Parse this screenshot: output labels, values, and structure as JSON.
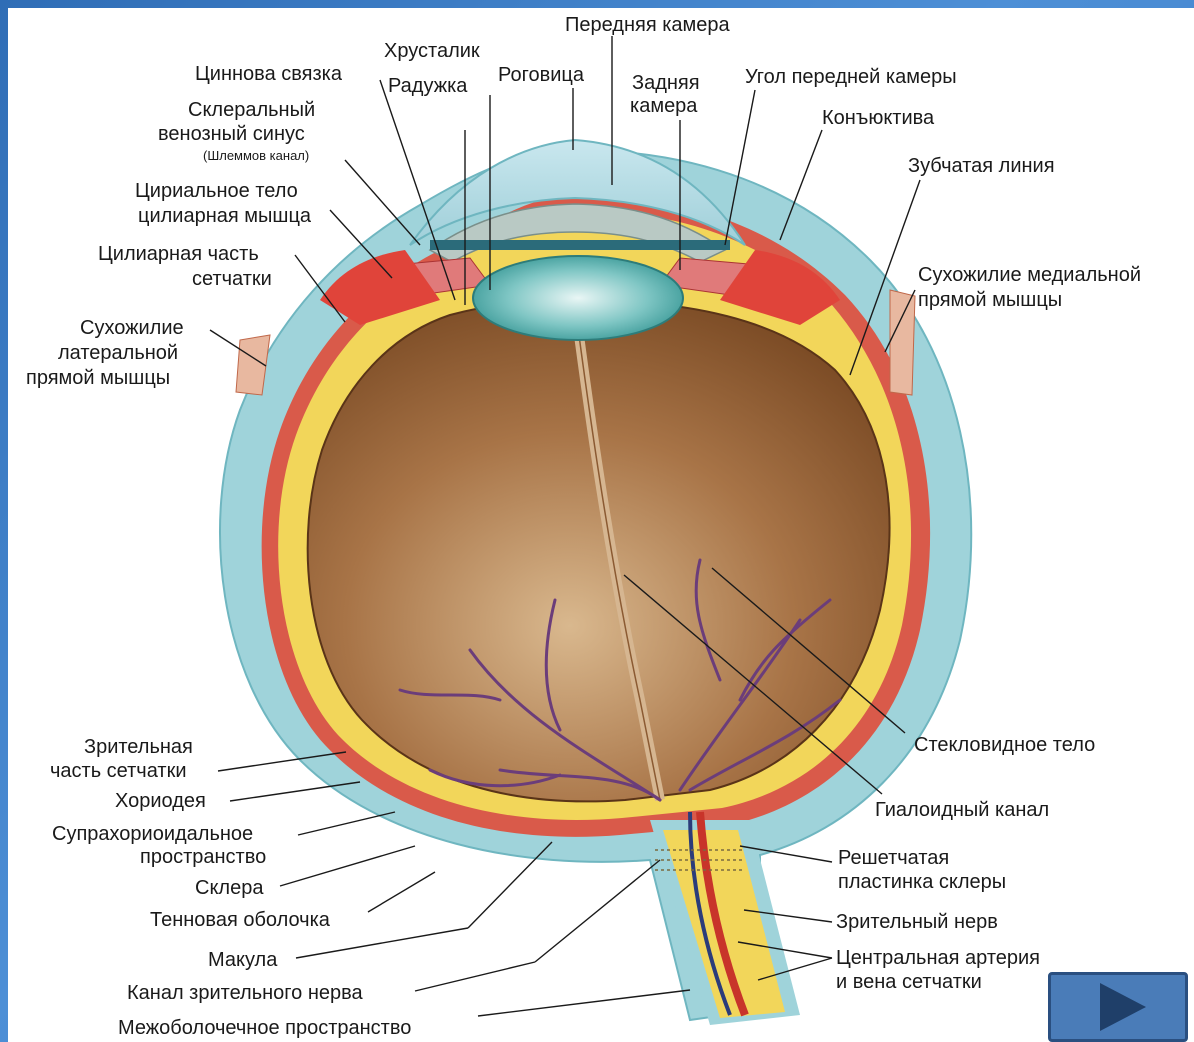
{
  "labels": {
    "perednyaya_kamera": "Передняя камера",
    "khrustalik": "Хрусталик",
    "tsinnova_svyazka": "Циннова связка",
    "raduzhka": "Радужка",
    "rogovitsa": "Роговица",
    "zadnyaya_kamera_1": "Задняя",
    "zadnyaya_kamera_2": "камера",
    "ugol": "Угол передней камеры",
    "konyunktiva": "Конъюктива",
    "skleralny_1": "Склеральный",
    "skleralny_2": "венозный синус",
    "shlemmov": "(Шлеммов канал)",
    "zubchataya": "Зубчатая линия",
    "tsirialnoe_1": "Цириальное тело",
    "tsirialnoe_2": "цилиарная мышца",
    "tsiliarnaya_1": "Цилиарная часть",
    "tsiliarnaya_2": "сетчатки",
    "med_1": "Сухожилие медиальной",
    "med_2": "прямой мышцы",
    "lat_1": "Сухожилие",
    "lat_2": "латеральной",
    "lat_3": "прямой мышцы",
    "zritelnaya_1": "Зрительная",
    "zritelnaya_2": "часть сетчатки",
    "horiodeya": "Хориодея",
    "supra_1": "Супрахориоидальное",
    "supra_2": "пространство",
    "sklera": "Склера",
    "tenon": "Тенновая оболочка",
    "makula": "Макула",
    "kanal_nerva": "Канал зрительного нерва",
    "mezhobolochnoe": "Межоболочечное пространство",
    "steklovidnoe": "Стекловидное тело",
    "gialoidny": "Гиалоидный канал",
    "reshet_1": "Решетчатая",
    "reshet_2": "пластинка склеры",
    "nerv": "Зрительный нерв",
    "arteria_1": "Центральная артерия",
    "arteria_2": "и вена сетчатки"
  },
  "nav": {
    "next_icon": "play-triangle-icon"
  }
}
